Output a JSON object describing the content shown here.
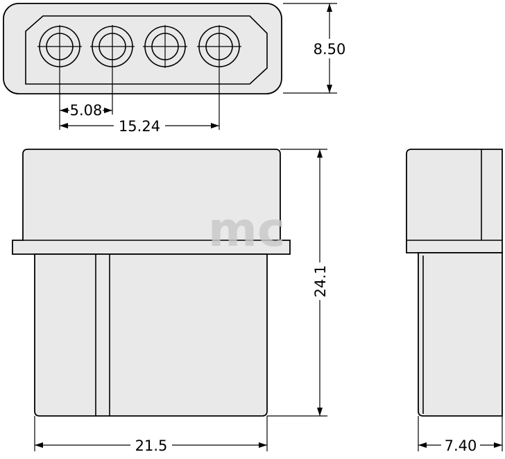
{
  "dimensions": {
    "pitch": "5.08",
    "pin_span": "15.24",
    "top_height": "8.50",
    "total_height": "24.1",
    "width": "21.5",
    "depth": "7.40"
  },
  "watermark": "mc",
  "colors": {
    "line": "#000000",
    "fill": "#e9e9e9",
    "watermark": "#c8c8c8"
  }
}
